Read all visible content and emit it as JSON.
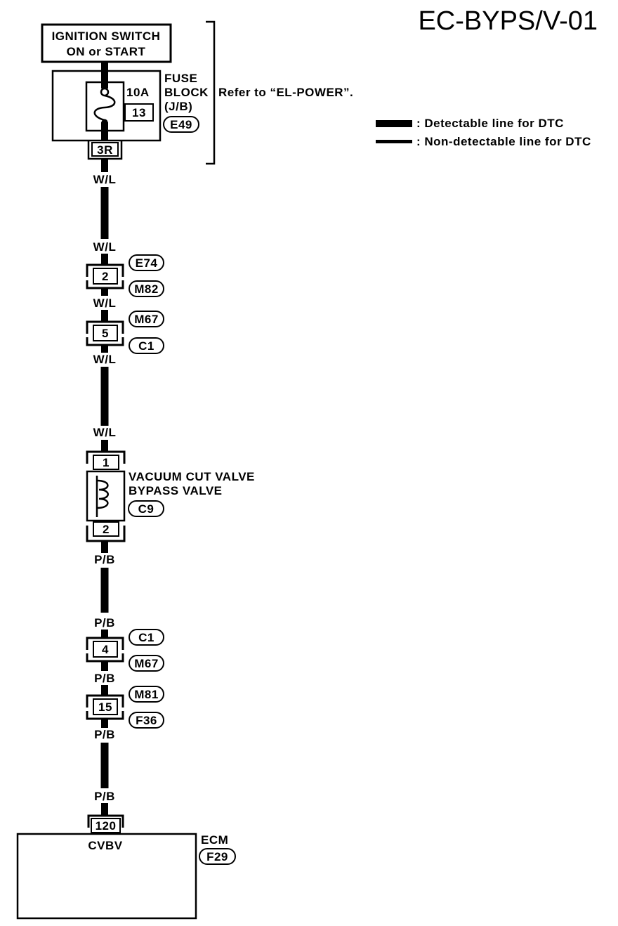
{
  "page_title": "EC-BYPS/V-01",
  "ignition_switch": {
    "line1": "IGNITION SWITCH",
    "line2": "ON or START"
  },
  "fuse_block": {
    "label_lines": [
      "FUSE",
      "BLOCK",
      "(J/B)"
    ],
    "connector_id": "E49",
    "fuse_rating": "10A",
    "fuse_number": "13",
    "terminal": "3R"
  },
  "reference_note": "Refer to “EL-POWER”.",
  "legend": [
    {
      "text": ": Detectable line for DTC"
    },
    {
      "text": ": Non-detectable line for DTC"
    }
  ],
  "wire_labels": [
    "W/L",
    "W/L",
    "W/L",
    "W/L",
    "W/L",
    "P/B",
    "P/B",
    "P/B",
    "P/B",
    "P/B"
  ],
  "connectors": [
    {
      "terminal": "2",
      "ids": [
        "E74",
        "M82"
      ]
    },
    {
      "terminal": "5",
      "ids": [
        "M67",
        "C1"
      ]
    },
    {
      "terminal": "4",
      "ids": [
        "C1",
        "M67"
      ]
    },
    {
      "terminal": "15",
      "ids": [
        "M81",
        "F36"
      ]
    }
  ],
  "valve": {
    "name_lines": [
      "VACUUM CUT VALVE",
      "BYPASS VALVE"
    ],
    "connector_id": "C9",
    "terminal_top": "1",
    "terminal_bottom": "2"
  },
  "ecm": {
    "label": "ECM",
    "connector_id": "F29",
    "terminal": "120",
    "pin_name": "CVBV"
  }
}
